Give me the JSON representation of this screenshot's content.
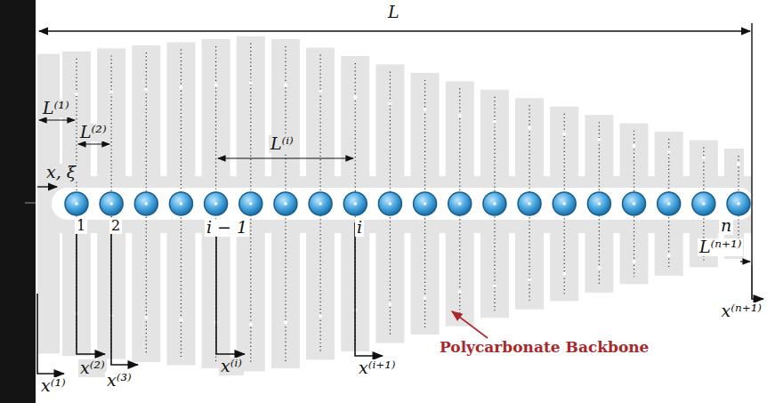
{
  "diagram": {
    "labels": [
      "L",
      "L⁽¹⁾",
      "L⁽²⁾",
      "L⁽ⁱ⁾",
      "L⁽ⁿ⁺¹⁾",
      "x, ξ",
      "1",
      "2",
      "i − 1",
      "i",
      "n",
      "x⁽¹⁾",
      "x⁽²⁾",
      "x⁽³⁾",
      "x⁽ⁱ⁾",
      "x⁽ⁱ⁺¹⁾",
      "x⁽ⁿ⁺¹⁾",
      "Polycarbonate Backbone"
    ]
  }
}
